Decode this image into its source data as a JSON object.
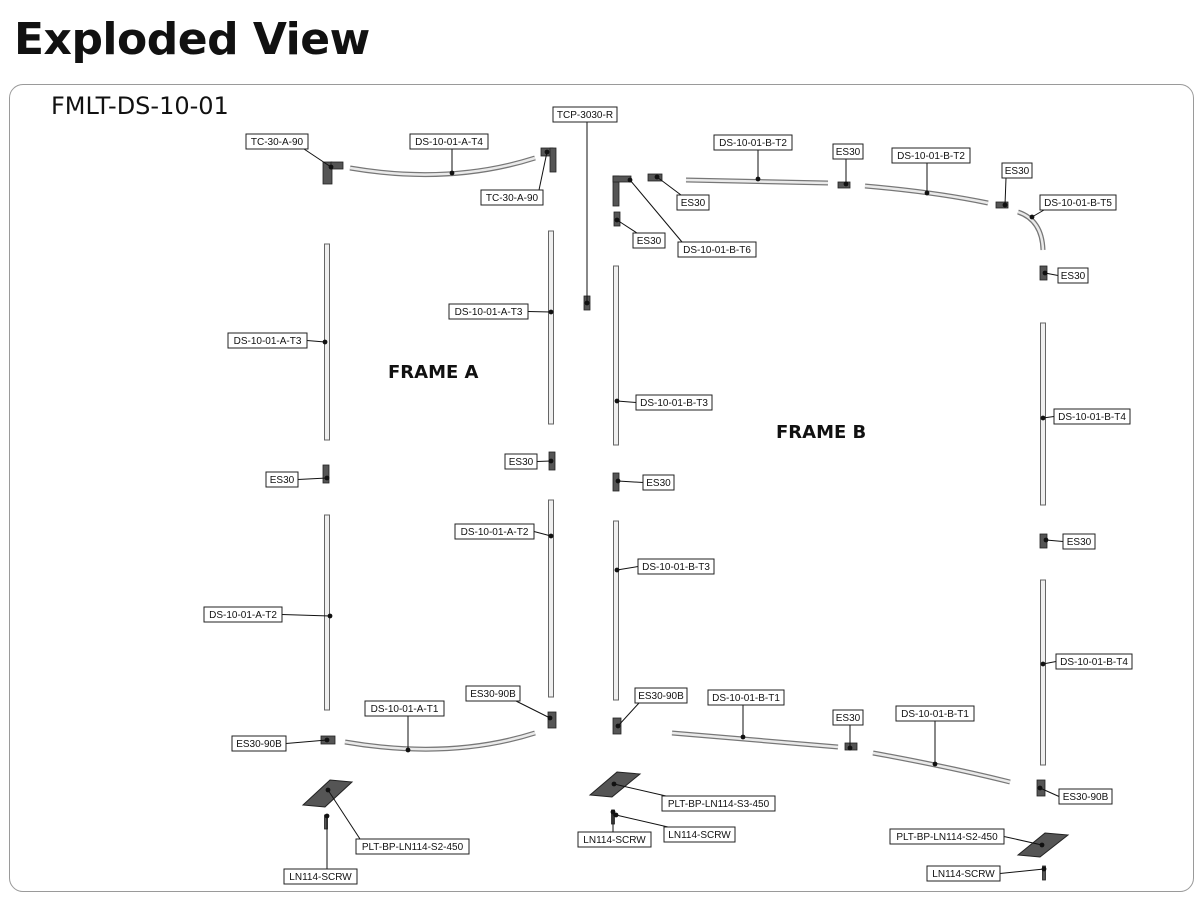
{
  "header": {
    "title": "Exploded View"
  },
  "model": {
    "code": "FMLT-DS-10-01"
  },
  "frames": {
    "a": "FRAME A",
    "b": "FRAME B"
  },
  "parts": [
    {
      "id": "p01",
      "text": "TC-30-A-90"
    },
    {
      "id": "p02",
      "text": "DS-10-01-A-T4"
    },
    {
      "id": "p03",
      "text": "TC-30-A-90"
    },
    {
      "id": "p04",
      "text": "TCP-3030-R"
    },
    {
      "id": "p05",
      "text": "DS-10-01-B-T2"
    },
    {
      "id": "p06",
      "text": "ES30"
    },
    {
      "id": "p07",
      "text": "DS-10-01-B-T2"
    },
    {
      "id": "p08",
      "text": "ES30"
    },
    {
      "id": "p09",
      "text": "DS-10-01-B-T5"
    },
    {
      "id": "p10",
      "text": "ES30"
    },
    {
      "id": "p11",
      "text": "ES30"
    },
    {
      "id": "p12",
      "text": "DS-10-01-B-T6"
    },
    {
      "id": "p13",
      "text": "ES30"
    },
    {
      "id": "p14",
      "text": "DS-10-01-A-T3"
    },
    {
      "id": "p15",
      "text": "DS-10-01-A-T3"
    },
    {
      "id": "p16",
      "text": "DS-10-01-B-T3"
    },
    {
      "id": "p17",
      "text": "DS-10-01-B-T4"
    },
    {
      "id": "p18",
      "text": "ES30"
    },
    {
      "id": "p19",
      "text": "ES30"
    },
    {
      "id": "p20",
      "text": "ES30"
    },
    {
      "id": "p21",
      "text": "DS-10-01-A-T2"
    },
    {
      "id": "p22",
      "text": "ES30"
    },
    {
      "id": "p23",
      "text": "DS-10-01-B-T3"
    },
    {
      "id": "p24",
      "text": "DS-10-01-A-T2"
    },
    {
      "id": "p25",
      "text": "DS-10-01-B-T4"
    },
    {
      "id": "p26",
      "text": "ES30-90B"
    },
    {
      "id": "p27",
      "text": "ES30-90B"
    },
    {
      "id": "p28",
      "text": "DS-10-01-B-T1"
    },
    {
      "id": "p29",
      "text": "DS-10-01-A-T1"
    },
    {
      "id": "p30",
      "text": "ES30"
    },
    {
      "id": "p31",
      "text": "DS-10-01-B-T1"
    },
    {
      "id": "p32",
      "text": "ES30-90B"
    },
    {
      "id": "p33",
      "text": "PLT-BP-LN114-S3-450"
    },
    {
      "id": "p34",
      "text": "ES30-90B"
    },
    {
      "id": "p35",
      "text": "LN114-SCRW"
    },
    {
      "id": "p36",
      "text": "LN114-SCRW"
    },
    {
      "id": "p37",
      "text": "PLT-BP-LN114-S2-450"
    },
    {
      "id": "p38",
      "text": "PLT-BP-LN114-S2-450"
    },
    {
      "id": "p39",
      "text": "LN114-SCRW"
    },
    {
      "id": "p40",
      "text": "LN114-SCRW"
    }
  ]
}
